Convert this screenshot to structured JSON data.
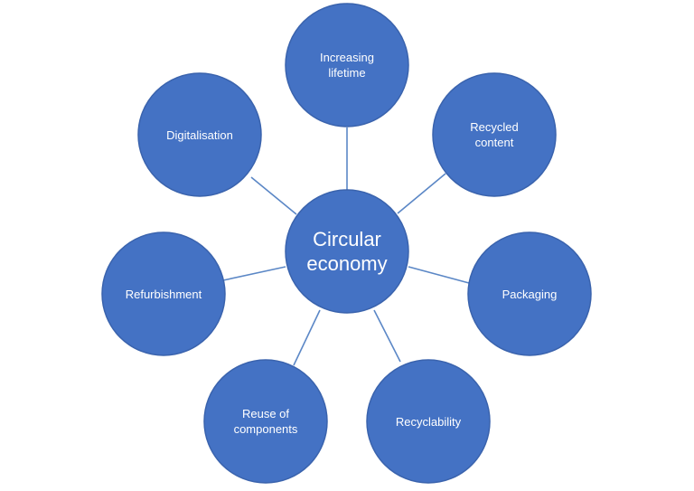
{
  "diagram": {
    "center": {
      "label": "Circular\neconomy"
    },
    "nodes": [
      {
        "id": "increasing-lifetime",
        "label": "Increasing\nlifetime"
      },
      {
        "id": "recycled-content",
        "label": "Recycled\ncontent"
      },
      {
        "id": "packaging",
        "label": "Packaging"
      },
      {
        "id": "recyclability",
        "label": "Recyclability"
      },
      {
        "id": "reuse-of-components",
        "label": "Reuse of\ncomponents"
      },
      {
        "id": "refurbishment",
        "label": "Refurbishment"
      },
      {
        "id": "digitalisation",
        "label": "Digitalisation"
      }
    ]
  },
  "colors": {
    "node_fill": "#4472c4",
    "node_stroke": "#3a63ad",
    "connector": "#5b87c6",
    "text": "#ffffff",
    "background": "#ffffff"
  }
}
